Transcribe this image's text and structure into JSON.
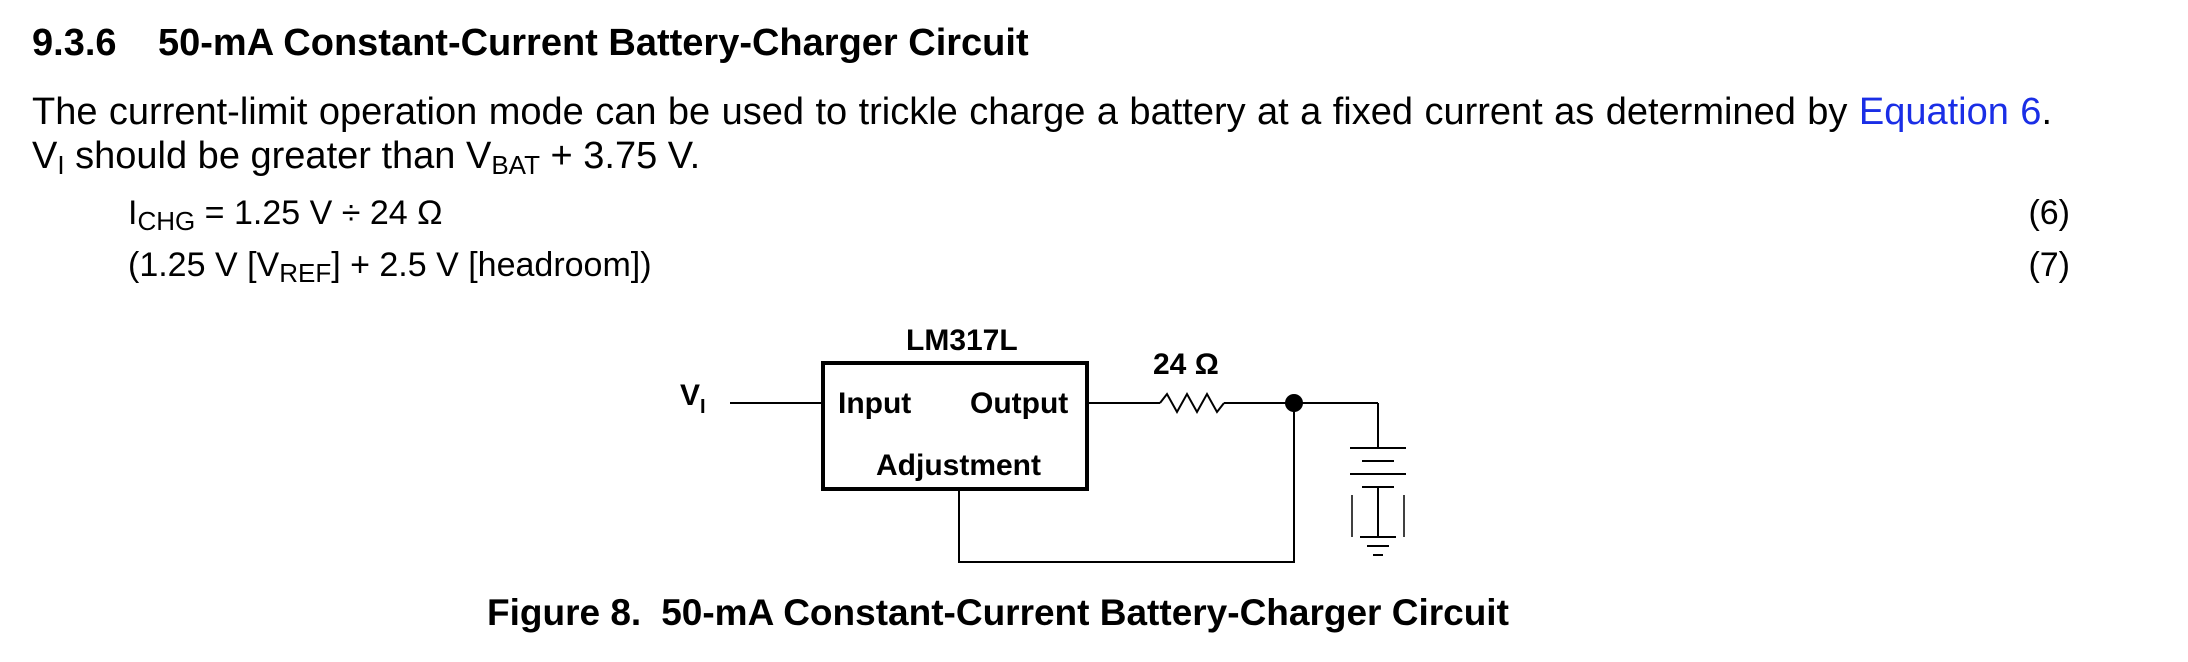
{
  "section": {
    "number": "9.3.6",
    "title": "50-mA Constant-Current Battery-Charger Circuit"
  },
  "paragraph": {
    "text_1": "The current-limit operation mode can be used to trickle charge a battery at a fixed current as determined by ",
    "link": "Equation 6",
    "text_2": ". V",
    "sub_1": "I",
    "text_3": " should be greater than V",
    "sub_2": "BAT",
    "text_4": " + 3.75 V."
  },
  "equations": [
    {
      "pre": "I",
      "sub": "CHG",
      "post": " = 1.25 V ÷ 24 Ω",
      "number": "(6)"
    },
    {
      "pre": "(1.25 V [V",
      "sub": "REF",
      "post": "] + 2.5 V [headroom])",
      "number": "(7)"
    }
  ],
  "circuit": {
    "ic_name": "LM317L",
    "pin_input": "Input",
    "pin_output": "Output",
    "pin_adjustment": "Adjustment",
    "resistor": "24 Ω",
    "source_label": "V",
    "source_sub": "I"
  },
  "figure": {
    "number": "Figure 8.",
    "caption": "50-mA Constant-Current Battery-Charger Circuit"
  }
}
